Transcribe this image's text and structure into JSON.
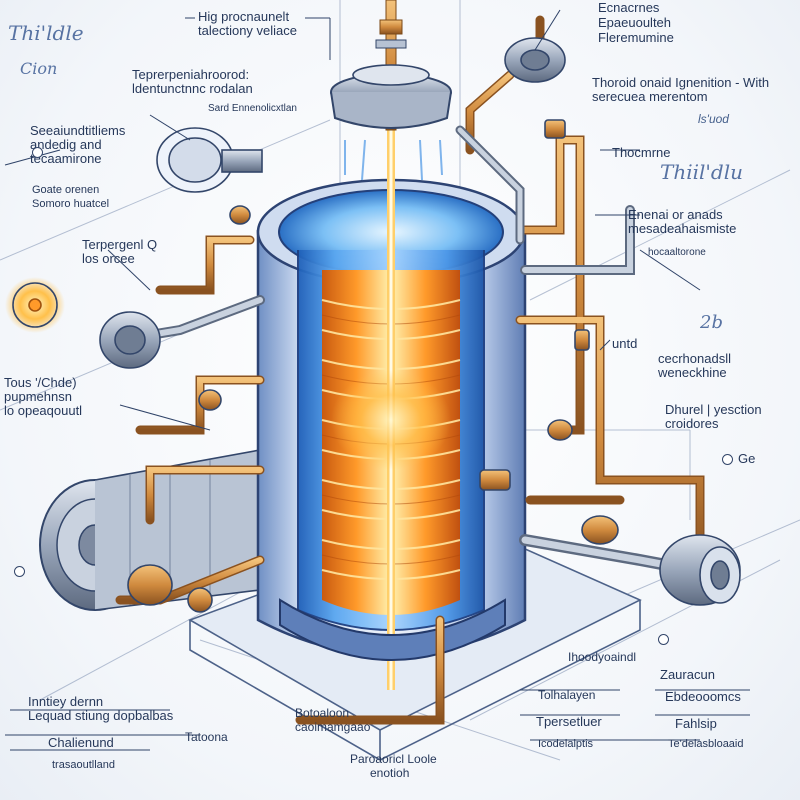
{
  "title_script": "Thi'ldle",
  "title_script_right": "Thiil'dlu",
  "corner_mark_left": "Cion",
  "corner_mark_right": "ls'uod",
  "labels": {
    "top_center": [
      "Hig procnaunelt",
      "talectiony veliace"
    ],
    "top_right": [
      "Ecnacrnes",
      "Epaeuoulteh",
      "Fleremumine"
    ],
    "upper_left_center": [
      "Teprerpeniahroorod:",
      "ldentunctnnc rodalan"
    ],
    "upper_left_center_small": "Sard Ennenolicxtlan",
    "upper_right_a": [
      "Thoroid onaid Ignenition - With",
      "serecuea merentom"
    ],
    "left_a": [
      "Seeaiundtitliems",
      "andedig and",
      "tecaamirone"
    ],
    "left_b": [
      "Goate orenen",
      "Somoro huatcel"
    ],
    "right_a": "Thocmrne",
    "right_b": [
      "Enenai or anads",
      "mesadeahaismiste"
    ],
    "right_b_small": "hocaaltorone",
    "left_c": [
      "Terpergenl Q",
      "los orcee"
    ],
    "right_c": "untd",
    "right_c_num": "2b",
    "right_d": [
      "cecrhonadsll",
      "weneckhine"
    ],
    "right_e": [
      "Dhurel | yesction",
      "croidores"
    ],
    "right_f": "Ge",
    "left_d": [
      "Tous '/Chde)",
      "pupmehnsn",
      "lo opeaqouutl"
    ],
    "bottom_right_a": "Ihoodyoaindl",
    "bottom_right_b": "Zauracun",
    "bottom_right_c": "Tolhalayen",
    "bottom_right_d": "Ebdeooomcs",
    "bottom_right_e": "Tpersetluer",
    "bottom_right_f": "Fahlsip",
    "bottom_right_g": "Icodelalptis",
    "bottom_right_h": "Te'delasbloaaid",
    "bottom_left_a": [
      "Inntiey dernn",
      "Lequad stiung dopbalbas"
    ],
    "bottom_left_b": "Chalienund",
    "bottom_left_c": "trasaoutlland",
    "bottom_center_a": [
      "Botoaloon",
      "caoimamgaao"
    ],
    "bottom_center_b": "Tatoona",
    "bottom_center_c": [
      "Paroaoricl Loole",
      "enotioh"
    ]
  },
  "colors": {
    "ink": "#26385a",
    "pipe_copper": "#d08a3e",
    "core_orange": "#ff9a2a",
    "tank_blue": "#3f8fe0",
    "steel": "#8e9bb0"
  }
}
